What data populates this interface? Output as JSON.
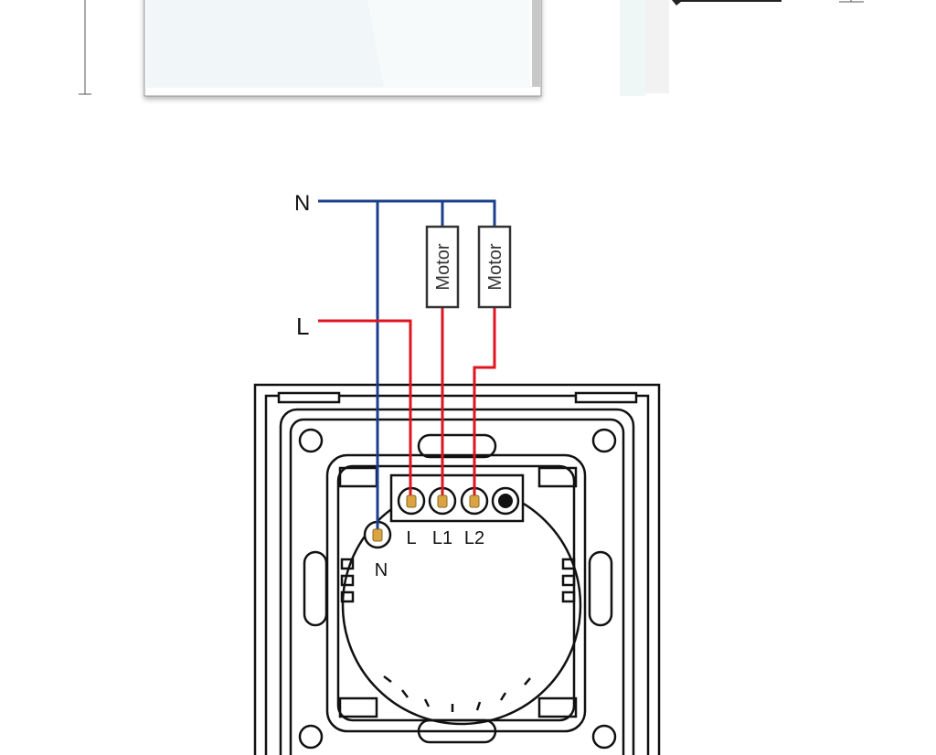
{
  "diagram": {
    "title": "Curtain switch wiring diagram",
    "supply_labels": {
      "neutral": "N",
      "live": "L"
    },
    "loads": [
      {
        "label": "Motor"
      },
      {
        "label": "Motor"
      }
    ],
    "terminals": {
      "n": "N",
      "l": "L",
      "l1": "L1",
      "l2": "L2"
    },
    "colors": {
      "neutral_wire": "#1b3f8e",
      "live_wire": "#e0141e",
      "terminal_pin": "#d9a441",
      "outline": "#111111"
    }
  }
}
